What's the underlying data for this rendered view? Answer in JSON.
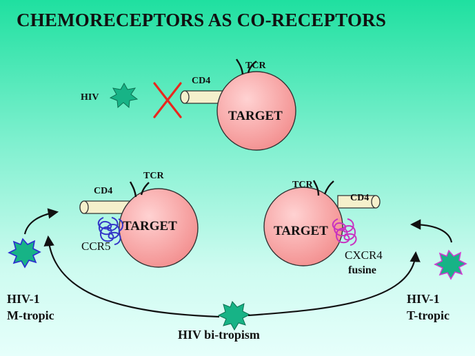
{
  "title": "CHEMORECEPTORS AS CO-RECEPTORS",
  "top_scene": {
    "hiv_label": "HIV",
    "cd4_label": "CD4",
    "tcr_label": "TCR",
    "target_label": "TARGET"
  },
  "left_cell": {
    "cd4_label": "CD4",
    "tcr_label": "TCR",
    "target_label": "TARGET",
    "coreceptor_label": "CCR5"
  },
  "right_cell": {
    "cd4_label": "CD4",
    "tcr_label": "TCR",
    "target_label": "TARGET",
    "coreceptor_label": "CXCR4",
    "coreceptor_alt": "fusine"
  },
  "virus_labels": {
    "m_tropic_line1": "HIV-1",
    "m_tropic_line2": "M-tropic",
    "t_tropic_line1": "HIV-1",
    "t_tropic_line2": "T-tropic",
    "bi_tropism": "HIV bi-tropism"
  },
  "colors": {
    "cell_fill": "#f59a9a",
    "cd4_fill": "#f5f0cc",
    "blocked_mark": "#e8281e",
    "ccr5": "#3436c8",
    "cxcr4": "#c832c0",
    "virus_green": "#17b386",
    "virus_m_tropic_outline": "#2b2bd0",
    "virus_t_tropic_outline": "#d23ad2"
  }
}
